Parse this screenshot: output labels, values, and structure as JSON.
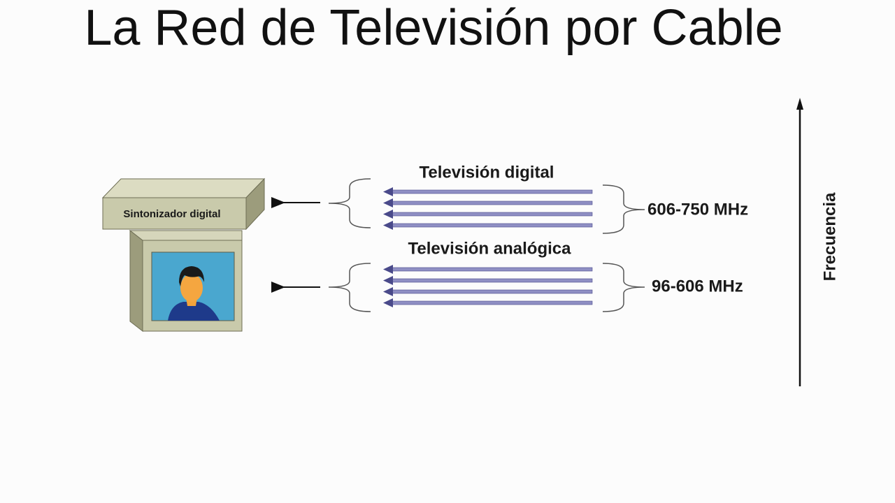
{
  "title": "La Red de Televisión por Cable",
  "tuner": {
    "label": "Sintonizador digital"
  },
  "bands": [
    {
      "name": "Televisión digital",
      "range": "606-750 MHz"
    },
    {
      "name": "Televisión analógica",
      "range": "96-606 MHz"
    }
  ],
  "axis": {
    "label": "Frecuencia"
  },
  "colors": {
    "background": "#fcfcfc",
    "box_face": "#c9caab",
    "box_top": "#dcdcc2",
    "box_side": "#9c9c7c",
    "screen": "#4aa7cf",
    "signal_line": "#8f8fc4",
    "signal_head": "#4a4a8a"
  }
}
